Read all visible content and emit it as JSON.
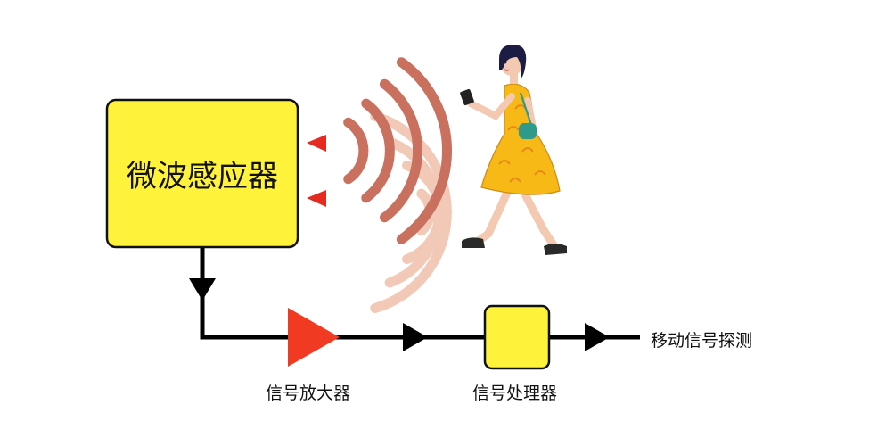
{
  "diagram": {
    "sensor": {
      "label": "微波感应器",
      "fill": "#fff23b",
      "stroke": "#111111"
    },
    "amplifier": {
      "label": "信号放大器",
      "fill": "#f03a22"
    },
    "processor": {
      "label": "信号处理器",
      "fill": "#fff23b"
    },
    "output": {
      "label": "移动信号探测"
    },
    "colors": {
      "line": "#000000",
      "wave_outgoing": "#c9705f",
      "wave_reflected": "#f1c9b6",
      "marker": "#e52a1f",
      "dress": "#f7b916",
      "hair": "#1d1d44",
      "bag": "#2e9b8a"
    },
    "icons": [
      "emitter-arrow-icon",
      "walking-woman-illustration",
      "flow-arrow-icon"
    ]
  }
}
